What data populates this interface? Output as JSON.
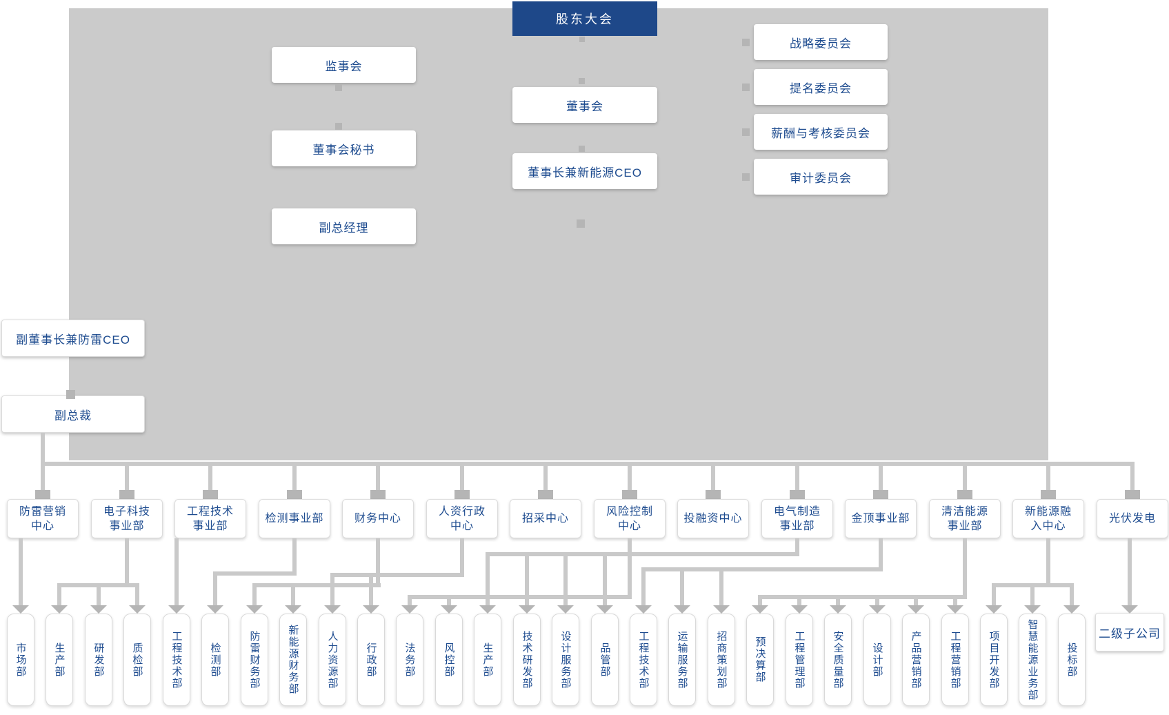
{
  "colors": {
    "header_bg": "#1e4889",
    "header_text": "#ffffff",
    "box_text": "#1d4b8f",
    "backdrop": "#cbcbcb",
    "line": "#c9c9c9",
    "node": "#b5b5b5"
  },
  "org": {
    "top": {
      "shareholders": "股东大会",
      "board": "董事会",
      "chairman": "董事长兼新能源CEO",
      "supervisory": "监事会",
      "board_secretary": "董事会秘书",
      "deputy_general_manager": "副总经理",
      "committees": [
        "战略委员会",
        "提名委员会",
        "薪酬与考核委员会",
        "审计委员会"
      ],
      "vice_chairman": "副董事长兼防雷CEO",
      "vice_president": "副总裁"
    },
    "divisions": [
      {
        "label": "防雷营销\n中心",
        "children": [
          0
        ]
      },
      {
        "label": "电子科技\n事业部",
        "children": [
          1,
          2,
          3
        ]
      },
      {
        "label": "工程技术\n事业部",
        "children": [
          4
        ]
      },
      {
        "label": "检测事业部",
        "children": [
          5
        ]
      },
      {
        "label": "财务中心",
        "children": [
          6,
          7
        ]
      },
      {
        "label": "人资行政\n中心",
        "children": [
          8,
          9
        ]
      },
      {
        "label": "招采中心",
        "children": []
      },
      {
        "label": "风险控制\n中心",
        "children": [
          10,
          11
        ]
      },
      {
        "label": "投融资中心",
        "children": []
      },
      {
        "label": "电气制造\n事业部",
        "children": [
          12,
          13,
          14,
          15
        ]
      },
      {
        "label": "金顶事业部",
        "children": [
          16,
          17,
          18
        ]
      },
      {
        "label": "清洁能源\n事业部",
        "children": [
          19,
          20,
          21,
          22,
          23,
          24
        ]
      },
      {
        "label": "新能源融\n入中心",
        "children": [
          25,
          26,
          27
        ]
      },
      {
        "label": "光伏发电",
        "children": [
          "subsidiary"
        ]
      }
    ],
    "departments": [
      "市场部",
      "生产部",
      "研发部",
      "质检部",
      "工程技术部",
      "检测部",
      "防雷财务部",
      "新能源财务部",
      "人力资源部",
      "行政部",
      "法务部",
      "风控部",
      "生产部",
      "技术研发部",
      "设计服务部",
      "品管部",
      "工程技术部",
      "运输服务部",
      "招商策划部",
      "预决算部",
      "工程管理部",
      "安全质量部",
      "设计部",
      "产品营销部",
      "工程营销部",
      "项目开发部",
      "智慧能源业务部",
      "投标部"
    ],
    "subsidiary": "二级子公司"
  }
}
